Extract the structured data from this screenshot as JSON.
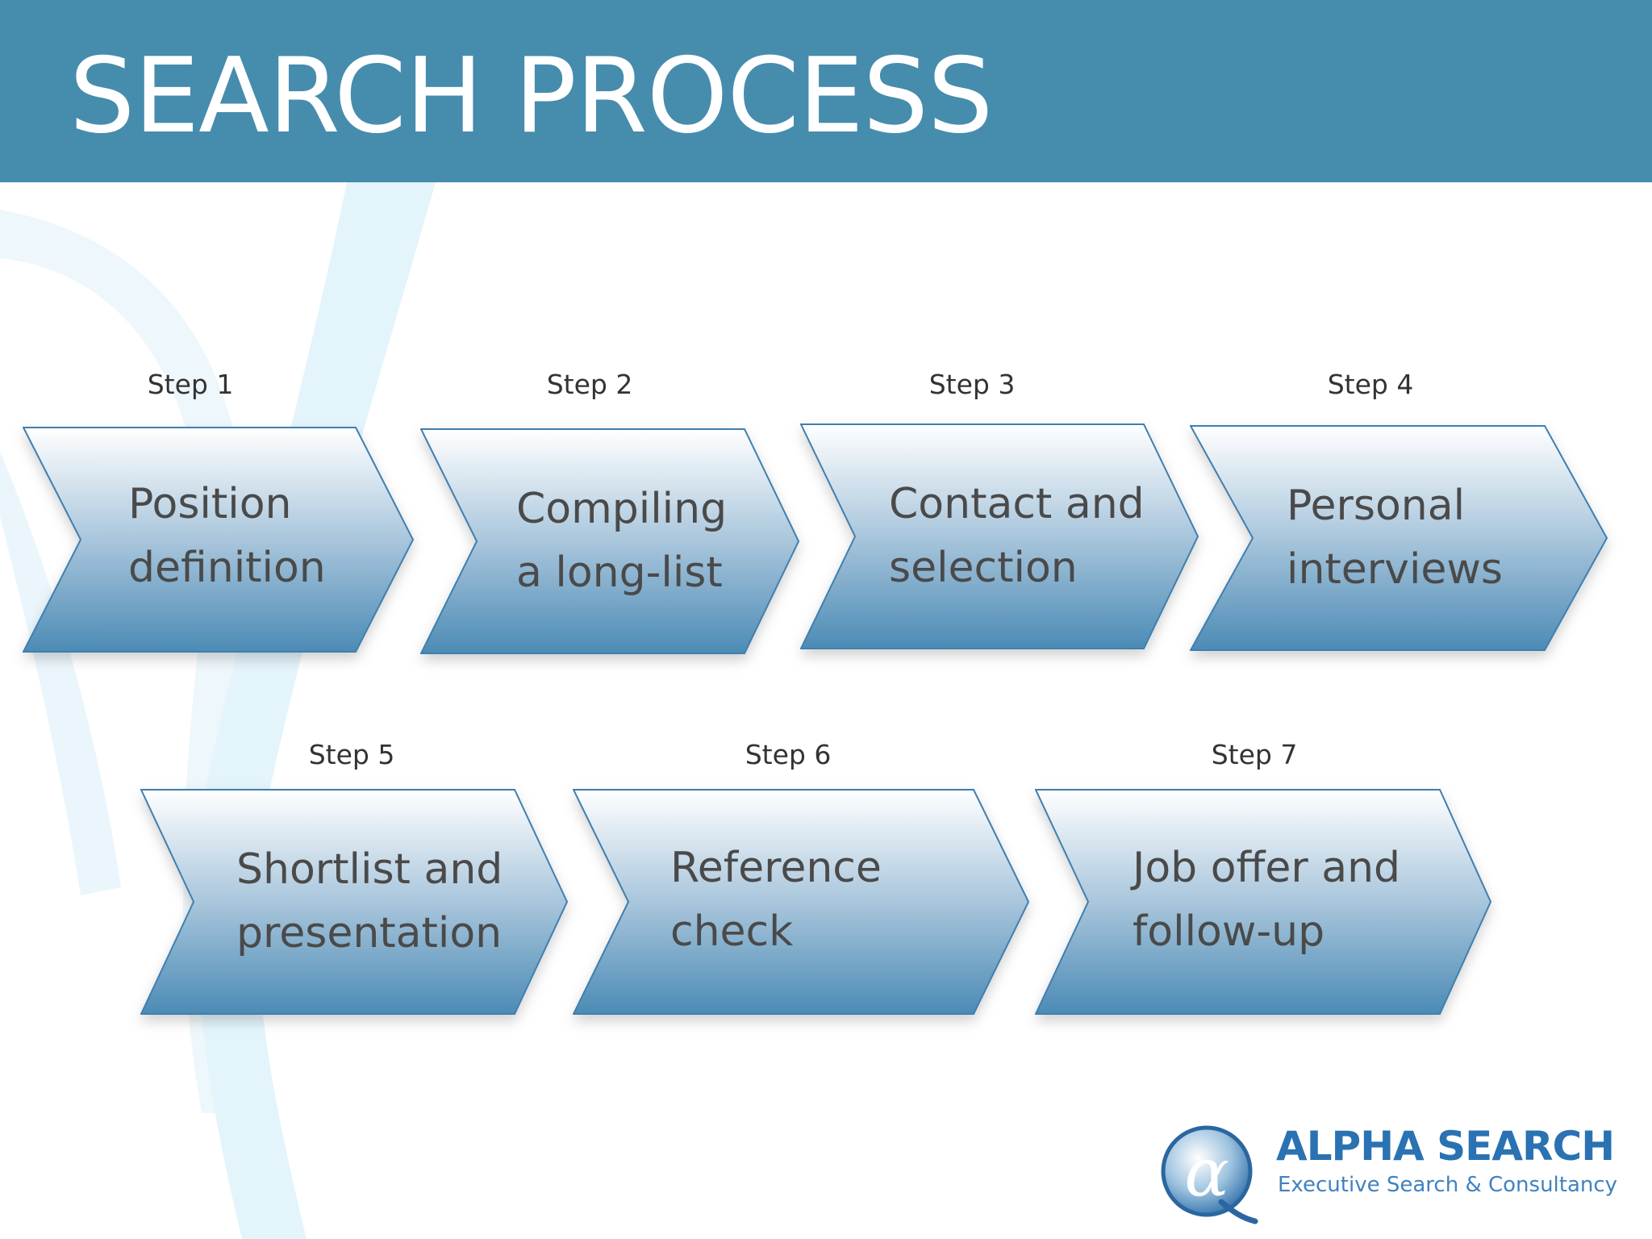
{
  "slide": {
    "title": "SEARCH PROCESS"
  },
  "steps": [
    {
      "label": "Step 1",
      "text": [
        "Position",
        "definition"
      ]
    },
    {
      "label": "Step 2",
      "text": [
        "Compiling",
        "a long-list"
      ]
    },
    {
      "label": "Step 3",
      "text": [
        "Contact and",
        "selection"
      ]
    },
    {
      "label": "Step 4",
      "text": [
        "Personal",
        "interviews"
      ]
    },
    {
      "label": "Step 5",
      "text": [
        "Shortlist and",
        "presentation"
      ]
    },
    {
      "label": "Step 6",
      "text": [
        "Reference",
        "check"
      ]
    },
    {
      "label": "Step 7",
      "text": [
        "Job offer and",
        "follow-up"
      ]
    }
  ],
  "logo": {
    "name": "ALPHA SEARCH",
    "tagline": "Executive Search & Consultancy",
    "symbol": "α"
  },
  "colors": {
    "header": "#468cad",
    "chevron_top": "#ffffff",
    "chevron_bottom": "#4c8bb5",
    "chevron_stroke": "#3f7fb0",
    "logo_primary": "#2a72b2"
  }
}
